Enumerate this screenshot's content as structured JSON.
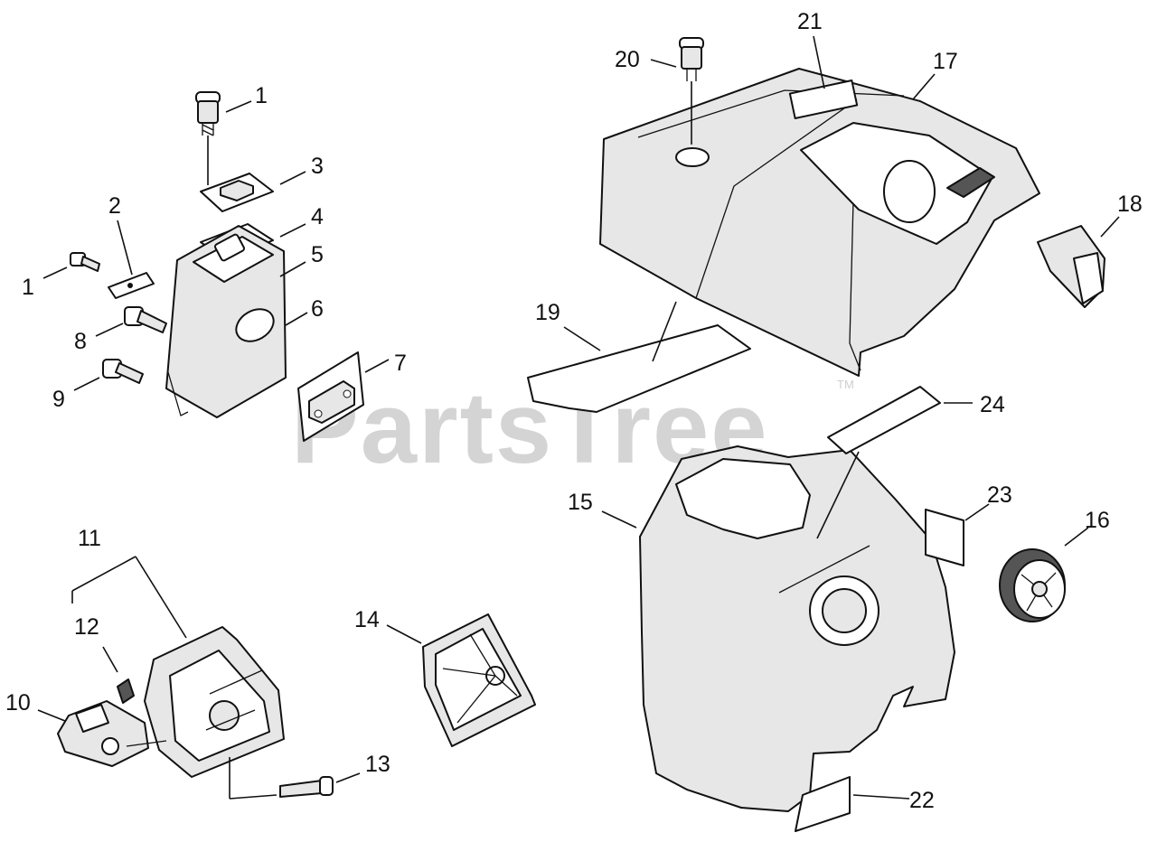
{
  "watermark": {
    "text": "PartsTree",
    "trademark": "TM"
  },
  "callouts": {
    "c1a": "1",
    "c1b": "1",
    "c2": "2",
    "c3": "3",
    "c4": "4",
    "c5": "5",
    "c6": "6",
    "c7": "7",
    "c8": "8",
    "c9": "9",
    "c10": "10",
    "c11": "11",
    "c12": "12",
    "c13": "13",
    "c14": "14",
    "c15": "15",
    "c16": "16",
    "c17": "17",
    "c18": "18",
    "c19": "19",
    "c20": "20",
    "c21": "21",
    "c22": "22",
    "c23": "23",
    "c24": "24"
  },
  "colors": {
    "watermark": "#d4d4d4",
    "lines": "#111111",
    "part_fill": "#e7e7e7"
  }
}
